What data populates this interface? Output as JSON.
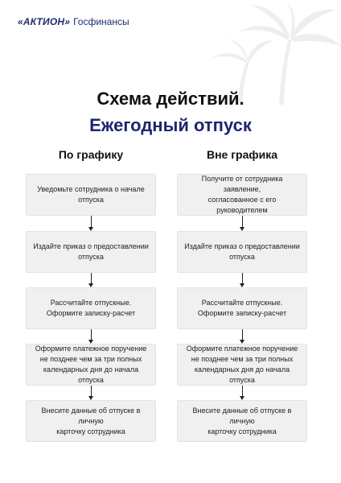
{
  "header": {
    "logo_brand": "«АКТИОН»",
    "logo_product": "Госфинансы"
  },
  "title": "Схема действий.",
  "subtitle": "Ежегодный отпуск",
  "columns": [
    {
      "heading": "По графику",
      "steps": [
        [
          "Уведомьте сотрудника о начале",
          "отпуска"
        ],
        [
          "Издайте приказ о предоставлении",
          "отпуска"
        ],
        [
          "Рассчитайте отпускные.",
          "Оформите записку-расчет"
        ],
        [
          "Оформите платежное поручение",
          "не позднее  чем за три полных",
          "календарных дня до начала отпуска"
        ],
        [
          "Внесите данные об отпуске в личную",
          "карточку сотрудника"
        ]
      ]
    },
    {
      "heading": "Вне графика",
      "steps": [
        [
          "Получите от сотрудника заявление,",
          "согласованное с его руководителем"
        ],
        [
          "Издайте приказ о предоставлении",
          "отпуска"
        ],
        [
          "Рассчитайте отпускные.",
          "Оформите записку-расчет"
        ],
        [
          "Оформите платежное поручение",
          "не позднее  чем за три полных",
          "календарных дня до начала отпуска"
        ],
        [
          "Внесите данные об отпуске в личную",
          "карточку сотрудника"
        ]
      ]
    }
  ],
  "colors": {
    "brand": "#1e2a6e",
    "subtitle": "#1e2670",
    "box_fill": "#f0f0f0"
  },
  "icons": [
    "palm-tree-icon",
    "arrow-down-icon"
  ]
}
